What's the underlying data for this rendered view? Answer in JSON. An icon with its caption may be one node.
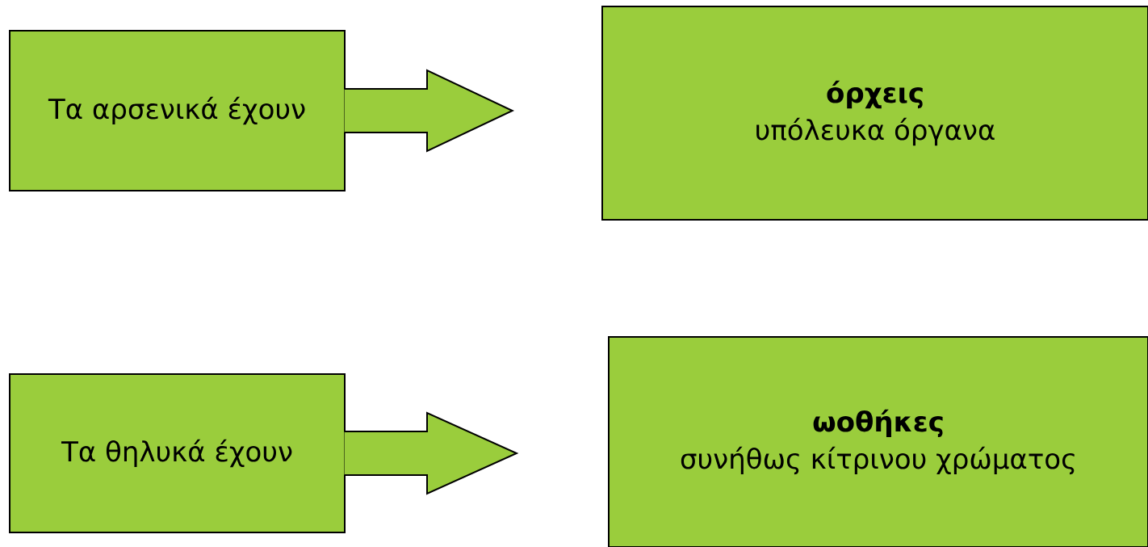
{
  "diagram": {
    "nodes": [
      {
        "text": [
          "Τα αρσενικά έχουν"
        ]
      },
      {
        "text": [
          "όρχεις",
          "υπόλευκα όργανα"
        ]
      },
      {
        "text": [
          "Τα θηλυκά έχουν"
        ]
      },
      {
        "text": [
          "ωοθήκες",
          "συνήθως κίτρινου χρώματος"
        ]
      }
    ],
    "edges": [
      {
        "from": 0,
        "to": 1,
        "arrow": "to"
      },
      {
        "from": 2,
        "to": 3,
        "arrow": "to"
      }
    ]
  }
}
